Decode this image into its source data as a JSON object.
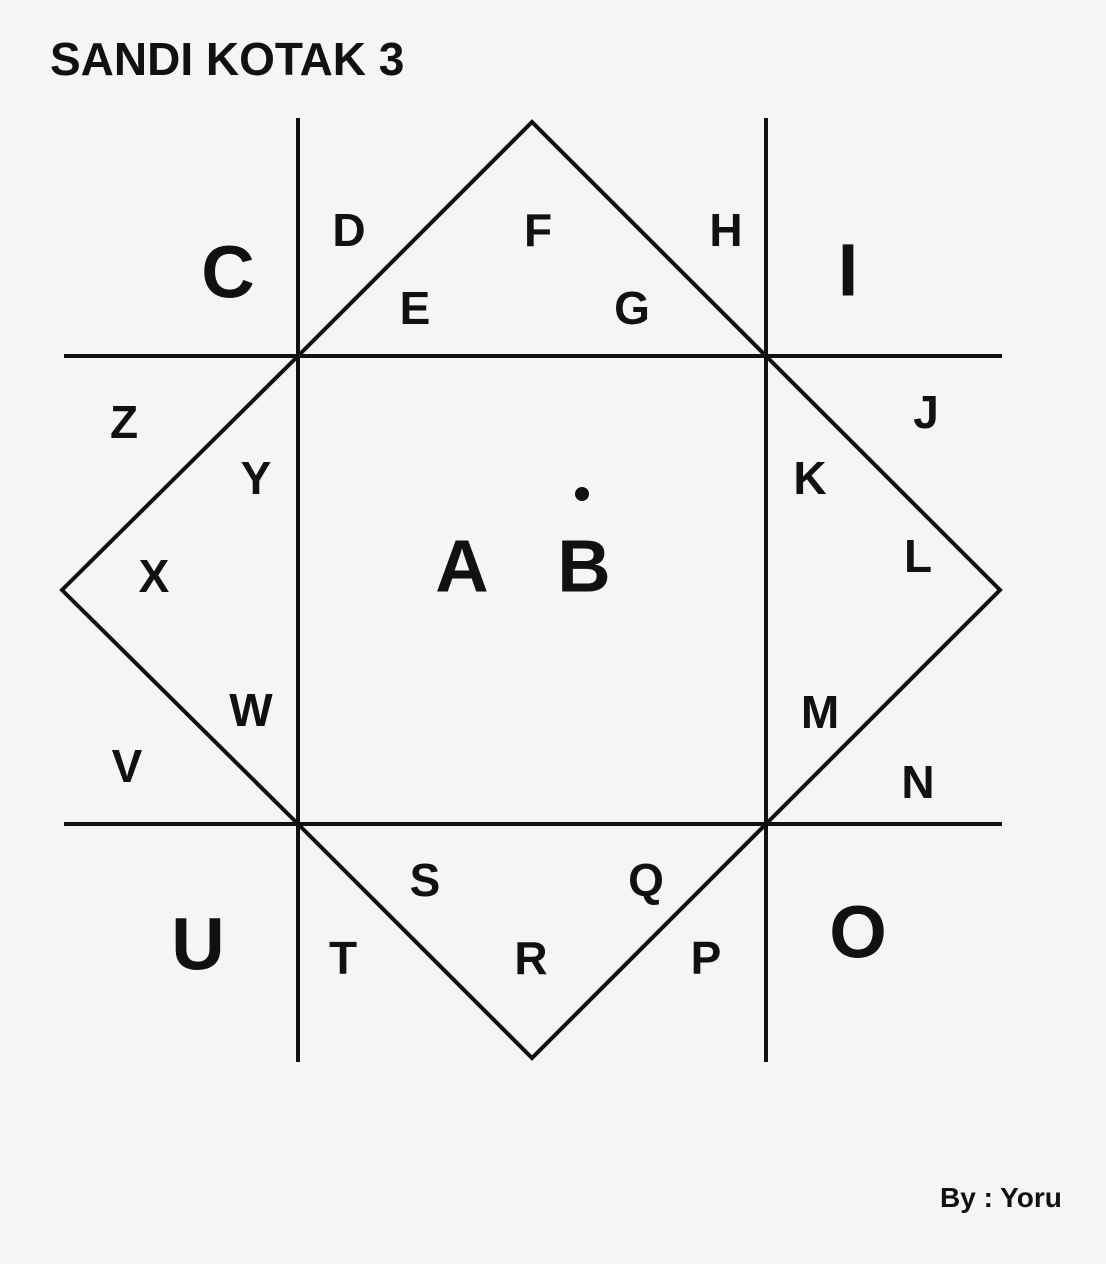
{
  "title": "SANDI KOTAK 3",
  "credit": "By : Yoru",
  "letters": {
    "A": "A",
    "B": "B",
    "C": "C",
    "D": "D",
    "E": "E",
    "F": "F",
    "G": "G",
    "H": "H",
    "I": "I",
    "J": "J",
    "K": "K",
    "L": "L",
    "M": "M",
    "N": "N",
    "O": "O",
    "P": "P",
    "Q": "Q",
    "R": "R",
    "S": "S",
    "T": "T",
    "U": "U",
    "V": "V",
    "W": "W",
    "X": "X",
    "Y": "Y",
    "Z": "Z"
  }
}
